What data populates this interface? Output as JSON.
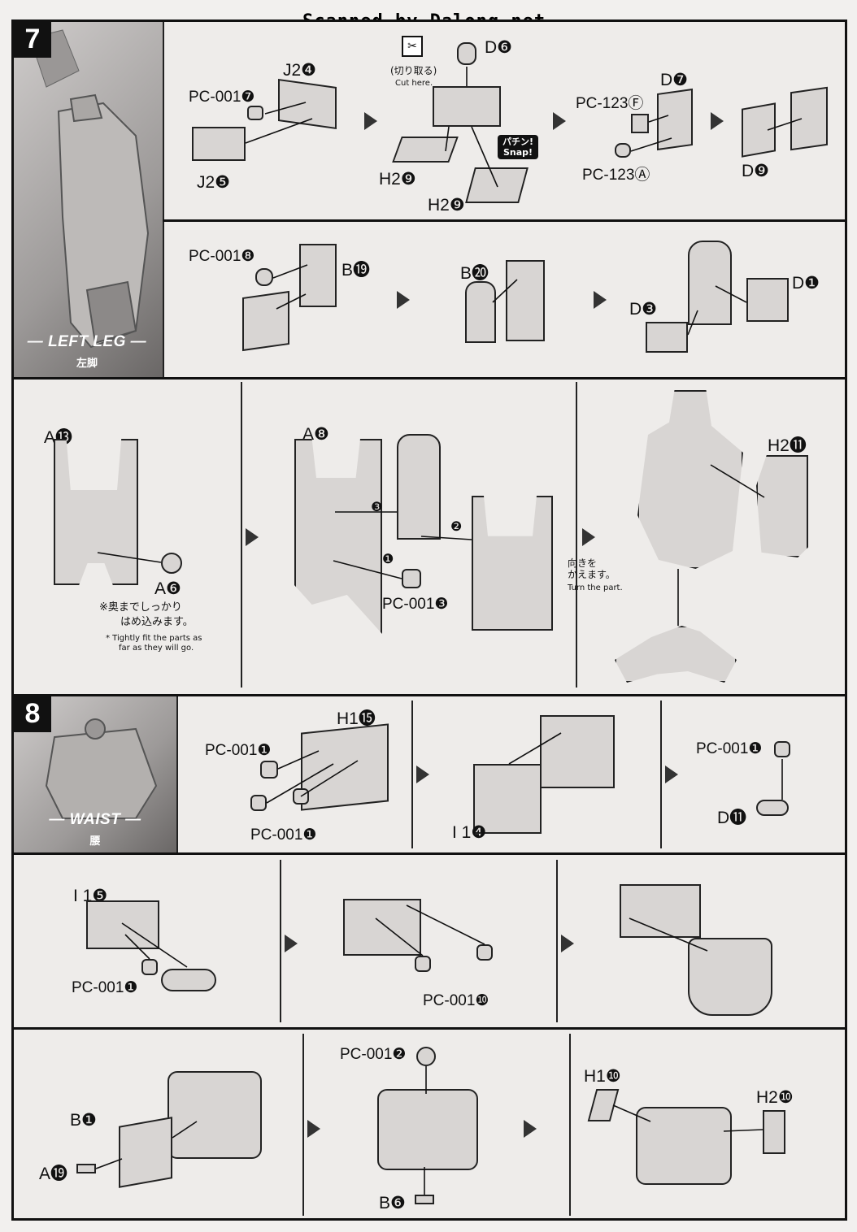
{
  "header": {
    "scan_credit": "Scanned by Dalong.net"
  },
  "step7": {
    "number": "7",
    "section_en": "— LEFT LEG —",
    "section_jp": "左脚",
    "row1": {
      "j2_4": "J2❹",
      "pc001_7": "PC-001❼",
      "j2_5": "J2❺",
      "d6": "D❻",
      "cut_jp": "(切り取る)",
      "cut_en": "Cut here.",
      "snap": "パチン! Snap!",
      "h2_9a": "H2❾",
      "h2_9b": "H2❾",
      "d7": "D❼",
      "pc123_f": "PC-123Ⓕ",
      "pc123_a": "PC-123Ⓐ",
      "d9": "D❾"
    },
    "row2": {
      "pc001_8": "PC-001❽",
      "b19": "B⓳",
      "b20": "B⓴",
      "d1": "D❶",
      "d3": "D❸"
    },
    "row3": {
      "a13": "A⓭",
      "a6": "A❻",
      "fit_jp_1": "※奥までしっかり",
      "fit_jp_2": "はめ込みます。",
      "fit_en_1": "* Tightly fit the parts as",
      "fit_en_2": "far as they will go.",
      "a8": "A❽",
      "pc001_3": "PC-001❸",
      "order_1": "❶",
      "order_2": "❷",
      "order_3": "❸",
      "turn_jp_1": "向きを",
      "turn_jp_2": "かえます。",
      "turn_en": "Turn the part.",
      "h2_11": "H2⓫"
    }
  },
  "step8": {
    "number": "8",
    "section_en": "— WAIST —",
    "section_jp": "腰",
    "row1": {
      "pc001_1a": "PC-001❶",
      "h1_15": "H1⓯",
      "pc001_1b": "PC-001❶",
      "i1_4": "I 1❹",
      "pc001_1c": "PC-001❶",
      "d11": "D⓫"
    },
    "row2": {
      "i1_5": "I 1❺",
      "pc001_1": "PC-001❶",
      "pc001_10": "PC-001❿"
    },
    "row3": {
      "b1": "B❶",
      "a19": "A⓳",
      "pc001_2": "PC-001❷",
      "b6": "B❻",
      "h1_10": "H1❿",
      "h2_10": "H2❿"
    }
  }
}
